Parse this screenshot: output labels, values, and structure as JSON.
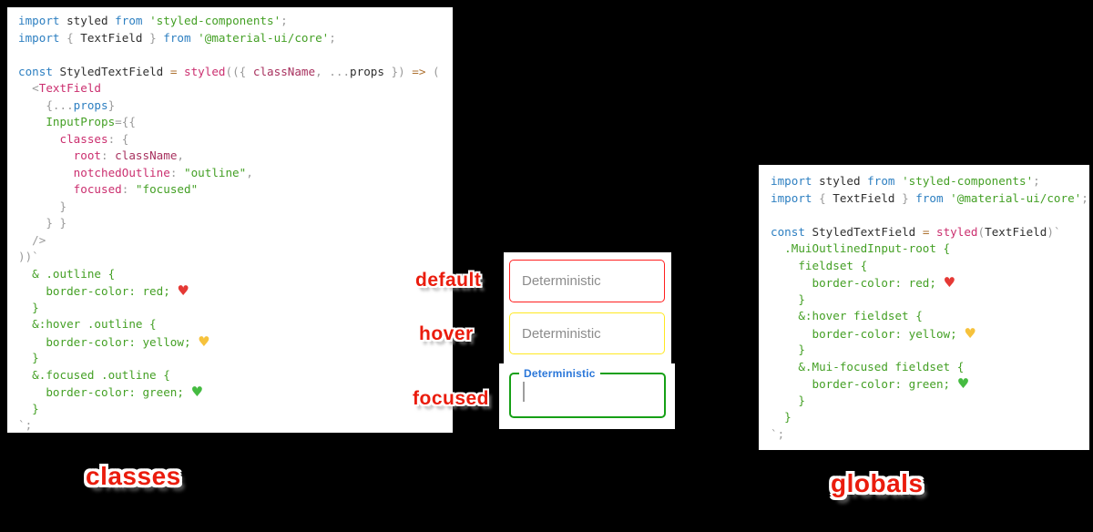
{
  "colors": {
    "keyword": "#2d7fc1",
    "plain": "#2f2f2f",
    "string": "#44a025",
    "punct": "#9a9a9a",
    "func": "#cb2f6f",
    "var": "#a8325f",
    "oper": "#ad7130",
    "heart_red": "#e53935",
    "heart_yellow": "#f6c23c",
    "heart_green": "#45bb41",
    "label_red": "#ea1c0d",
    "field_red": "#ff1f1f",
    "field_yellow": "#ffe822",
    "field_green": "#16a016",
    "focus_label_blue": "#2b77d9",
    "placeholder_gray": "#8c8c8c"
  },
  "code_left": {
    "lines": [
      [
        [
          "k",
          "import"
        ],
        [
          "p",
          " styled "
        ],
        [
          "k",
          "from"
        ],
        [
          "s",
          " 'styled-components'"
        ],
        [
          "g",
          ";"
        ]
      ],
      [
        [
          "k",
          "import"
        ],
        [
          "g",
          " { "
        ],
        [
          "p",
          "TextField"
        ],
        [
          "g",
          " } "
        ],
        [
          "k",
          "from"
        ],
        [
          "s",
          " '@material-ui/core'"
        ],
        [
          "g",
          ";"
        ]
      ],
      [],
      [
        [
          "k",
          "const"
        ],
        [
          "p",
          " StyledTextField "
        ],
        [
          "o",
          "="
        ],
        [
          "p",
          " "
        ],
        [
          "f",
          "styled"
        ],
        [
          "g",
          "(({ "
        ],
        [
          "d",
          "className"
        ],
        [
          "g",
          ", ..."
        ],
        [
          "p",
          "props"
        ],
        [
          "g",
          " }) "
        ],
        [
          "o",
          "=>"
        ],
        [
          "g",
          " ("
        ]
      ],
      [
        [
          "g",
          "  <"
        ],
        [
          "f",
          "TextField"
        ]
      ],
      [
        [
          "g",
          "    {..."
        ],
        [
          "k",
          "props"
        ],
        [
          "g",
          "}"
        ]
      ],
      [
        [
          "s",
          "    InputProps"
        ],
        [
          "g",
          "={{"
        ]
      ],
      [
        [
          "f",
          "      classes"
        ],
        [
          "g",
          ": {"
        ]
      ],
      [
        [
          "f",
          "        root"
        ],
        [
          "g",
          ": "
        ],
        [
          "d",
          "className"
        ],
        [
          "g",
          ","
        ]
      ],
      [
        [
          "f",
          "        notchedOutline"
        ],
        [
          "g",
          ": "
        ],
        [
          "s",
          "\"outline\""
        ],
        [
          "g",
          ","
        ]
      ],
      [
        [
          "f",
          "        focused"
        ],
        [
          "g",
          ": "
        ],
        [
          "s",
          "\"focused\""
        ]
      ],
      [
        [
          "g",
          "      }"
        ]
      ],
      [
        [
          "g",
          "    } }"
        ]
      ],
      [
        [
          "g",
          "  />"
        ]
      ],
      [
        [
          "g",
          "))`"
        ]
      ],
      [
        [
          "s",
          "  & .outline {"
        ]
      ],
      [
        [
          "s",
          "    border-color: red; "
        ],
        [
          "hr",
          "♥"
        ]
      ],
      [
        [
          "s",
          "  }"
        ]
      ],
      [
        [
          "s",
          "  &:hover .outline {"
        ]
      ],
      [
        [
          "s",
          "    border-color: yellow; "
        ],
        [
          "hy",
          "♥"
        ]
      ],
      [
        [
          "s",
          "  }"
        ]
      ],
      [
        [
          "s",
          "  &.focused .outline {"
        ]
      ],
      [
        [
          "s",
          "    border-color: green; "
        ],
        [
          "hg",
          "♥"
        ]
      ],
      [
        [
          "s",
          "  }"
        ]
      ],
      [
        [
          "g",
          "`;"
        ]
      ]
    ]
  },
  "code_right": {
    "lines": [
      [
        [
          "k",
          "import"
        ],
        [
          "p",
          " styled "
        ],
        [
          "k",
          "from"
        ],
        [
          "s",
          " 'styled-components'"
        ],
        [
          "g",
          ";"
        ]
      ],
      [
        [
          "k",
          "import"
        ],
        [
          "g",
          " { "
        ],
        [
          "p",
          "TextField"
        ],
        [
          "g",
          " } "
        ],
        [
          "k",
          "from"
        ],
        [
          "s",
          " '@material-ui/core'"
        ],
        [
          "g",
          ";"
        ]
      ],
      [],
      [
        [
          "k",
          "const"
        ],
        [
          "p",
          " StyledTextField "
        ],
        [
          "o",
          "="
        ],
        [
          "p",
          " "
        ],
        [
          "f",
          "styled"
        ],
        [
          "g",
          "("
        ],
        [
          "p",
          "TextField"
        ],
        [
          "g",
          ")`"
        ]
      ],
      [
        [
          "s",
          "  .MuiOutlinedInput-root {"
        ]
      ],
      [
        [
          "s",
          "    fieldset {"
        ]
      ],
      [
        [
          "s",
          "      border-color: red; "
        ],
        [
          "hr",
          "♥"
        ]
      ],
      [
        [
          "s",
          "    }"
        ]
      ],
      [
        [
          "s",
          "    &:hover fieldset {"
        ]
      ],
      [
        [
          "s",
          "      border-color: yellow; "
        ],
        [
          "hy",
          "♥"
        ]
      ],
      [
        [
          "s",
          "    }"
        ]
      ],
      [
        [
          "s",
          "    &.Mui-focused fieldset {"
        ]
      ],
      [
        [
          "s",
          "      border-color: green; "
        ],
        [
          "hg",
          "♥"
        ]
      ],
      [
        [
          "s",
          "    }"
        ]
      ],
      [
        [
          "s",
          "  }"
        ]
      ],
      [
        [
          "g",
          "`;"
        ]
      ]
    ]
  },
  "fields": {
    "default": {
      "label": "default",
      "placeholder": "Deterministic"
    },
    "hover": {
      "label": "hover",
      "placeholder": "Deterministic"
    },
    "focused": {
      "label": "focused",
      "floating_label": "Deterministic"
    }
  },
  "captions": {
    "left": "classes",
    "right": "globals"
  }
}
